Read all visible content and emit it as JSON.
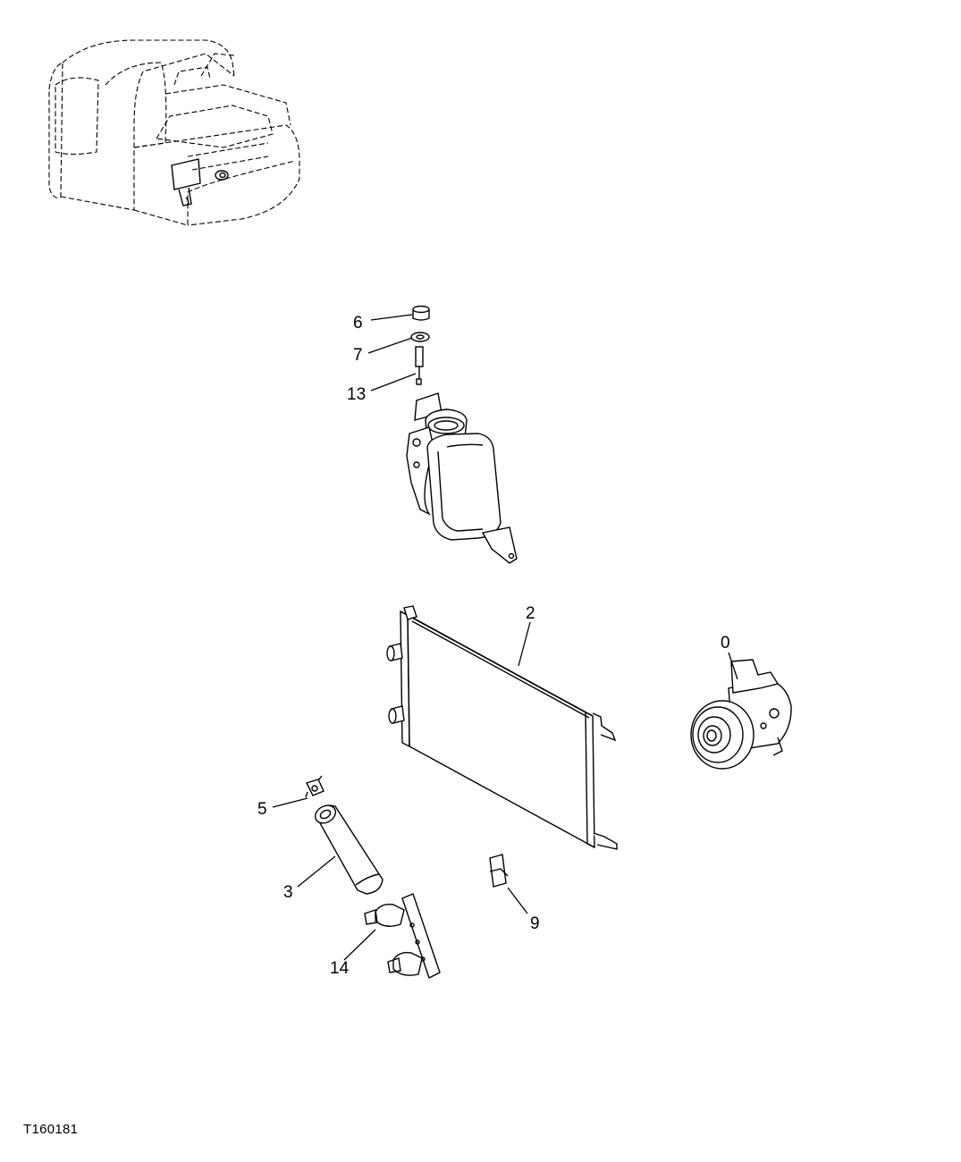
{
  "figure_id": "T160181",
  "callouts": [
    {
      "key": "c6",
      "label": "6"
    },
    {
      "key": "c7",
      "label": "7"
    },
    {
      "key": "c13",
      "label": "13"
    },
    {
      "key": "c2",
      "label": "2"
    },
    {
      "key": "c0",
      "label": "0"
    },
    {
      "key": "c5",
      "label": "5"
    },
    {
      "key": "c3",
      "label": "3"
    },
    {
      "key": "c9",
      "label": "9"
    },
    {
      "key": "c14",
      "label": "14"
    }
  ]
}
